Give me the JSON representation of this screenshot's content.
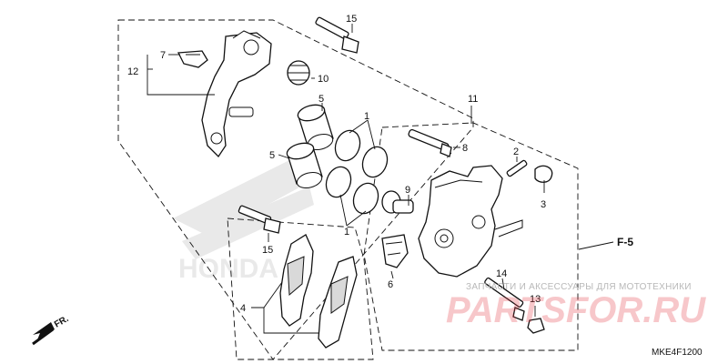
{
  "callouts": {
    "c1a": "1",
    "c1b": "1",
    "c2": "2",
    "c3": "3",
    "c4": "4",
    "c5a": "5",
    "c5b": "5",
    "c6": "6",
    "c7": "7",
    "c8": "8",
    "c9": "9",
    "c10": "10",
    "c11": "11",
    "c12": "12",
    "c13": "13",
    "c14": "14",
    "c15a": "15",
    "c15b": "15"
  },
  "ref_code": "F-5",
  "diagram_code": "MKE4F1200",
  "front_label": "FR.",
  "watermark": {
    "text": "ЗАПЧАСТИ И АКСЕССУАРЫ ДЛЯ МОТОТЕХНИКИ",
    "brand": "PARTSFOR.RU"
  },
  "background_logo": "HONDA"
}
